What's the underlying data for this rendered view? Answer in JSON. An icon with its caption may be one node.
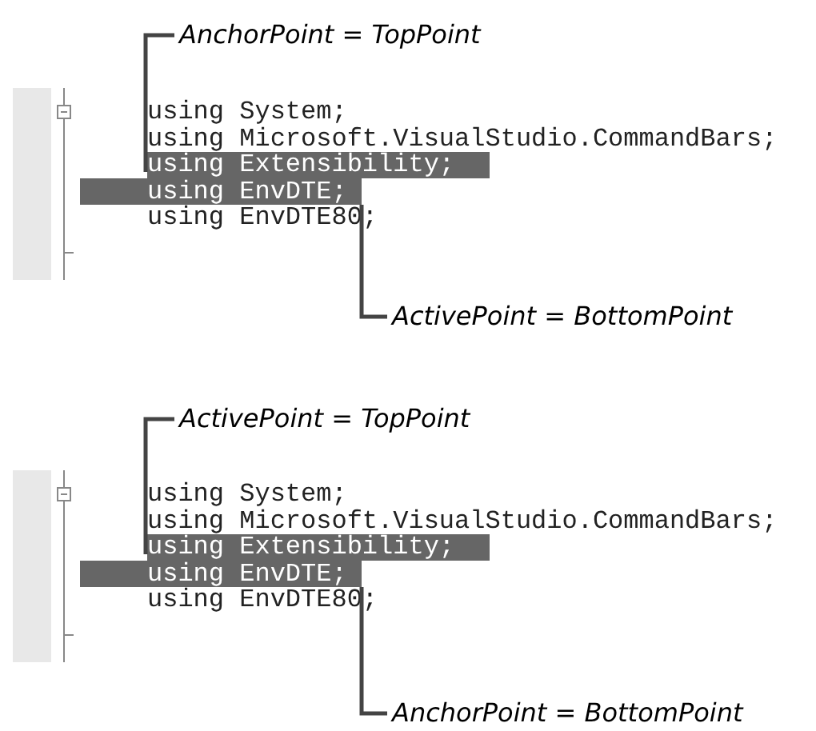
{
  "diagram": {
    "nodes": [
      {
        "text": [
          "AnchorPoint = TopPoint"
        ]
      },
      {
        "text": [],
        "shape": "box"
      },
      {
        "text": [
          "ActivePoint = BottomPoint"
        ]
      },
      {
        "text": [
          "ActivePoint = TopPoint"
        ]
      },
      {
        "text": [],
        "shape": "box"
      },
      {
        "text": [
          "AnchorPoint = BottomPoint"
        ]
      }
    ],
    "edges": [
      {
        "from": 0,
        "to": 1,
        "arrow": "none"
      },
      {
        "from": 2,
        "to": 1,
        "arrow": "none"
      },
      {
        "from": 3,
        "to": 4,
        "arrow": "none"
      },
      {
        "from": 5,
        "to": 4,
        "arrow": "none"
      }
    ],
    "labels": [
      "using System;",
      "using Microsoft.VisualStudio.CommandBars;",
      "using Extensibility;",
      "using EnvDTE;",
      "using EnvDTE80;",
      "using System;",
      "using Microsoft.VisualStudio.CommandBars;",
      "using Extensibility;",
      "using EnvDTE;",
      "using EnvDTE80;"
    ]
  }
}
